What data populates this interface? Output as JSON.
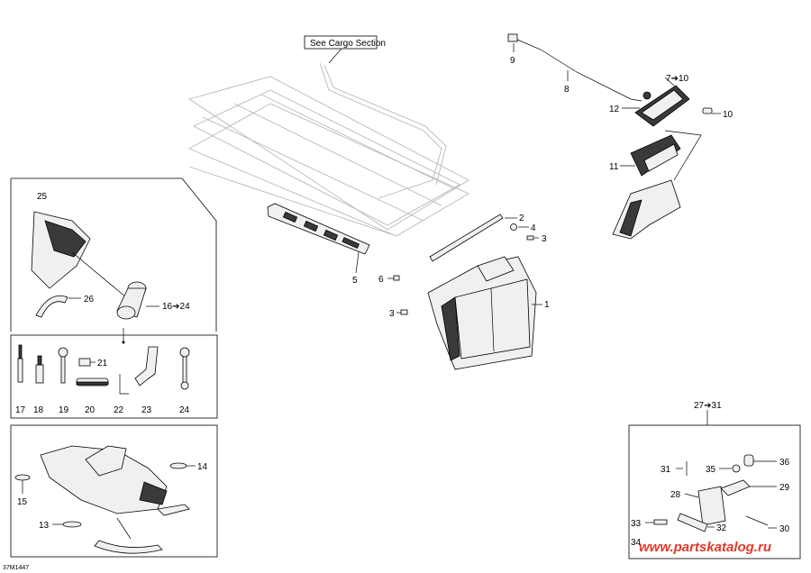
{
  "callout_box": "See Cargo Section",
  "diagram_id": "37M1447",
  "watermark": "www.partskatalog.ru",
  "labels": {
    "p1": "1",
    "p2": "2",
    "p3a": "3",
    "p3b": "3",
    "p4": "4",
    "p5": "5",
    "p6": "6",
    "p7": "7➔10",
    "p8": "8",
    "p9": "9",
    "p10": "10",
    "p11": "11",
    "p12": "12",
    "p13": "13",
    "p14": "14",
    "p15": "15",
    "p16": "16➔24",
    "p17": "17",
    "p18": "18",
    "p19": "19",
    "p20": "20",
    "p21": "21",
    "p22": "22",
    "p23": "23",
    "p24": "24",
    "p25": "25",
    "p26": "26",
    "p27": "27➔31",
    "p28": "28",
    "p29": "29",
    "p30": "30",
    "p31": "31",
    "p32": "32",
    "p33": "33",
    "p34": "34",
    "p35": "35",
    "p36": "36"
  }
}
